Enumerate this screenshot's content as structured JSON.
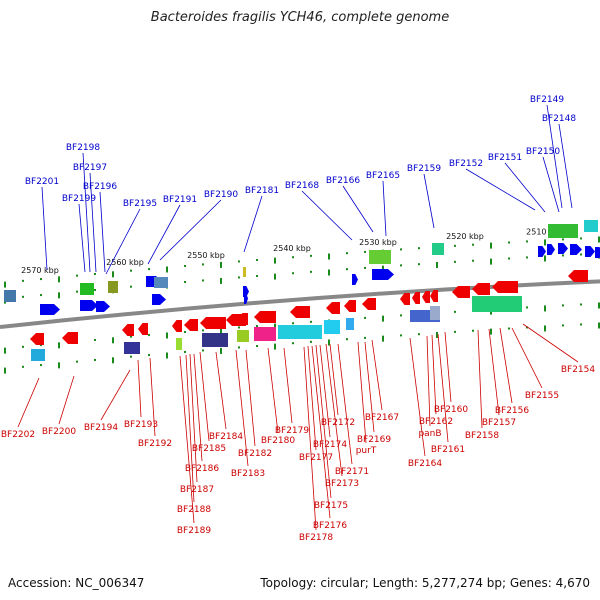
{
  "title": "Bacteroides fragilis YCH46, complete genome",
  "footer": {
    "accession": "Accession: NC_006347",
    "summary": "Topology: circular; Length: 5,277,274 bp; Genes: 4,670"
  },
  "colors": {
    "forward_label": "#0000cc",
    "reverse_label": "#cc0000",
    "forward_gene": "#0000ee",
    "reverse_gene": "#ee0000",
    "backbone": "#888888",
    "tick": "#1a8a1a"
  },
  "scale": [
    "2510 kbp",
    "2520 kbp",
    "2530 kbp",
    "2540 kbp",
    "2550 kbp",
    "2560 kbp",
    "2570 kbp"
  ],
  "forward_genes": [
    "BF2149",
    "BF2148",
    "BF2150",
    "BF2151",
    "BF2152",
    "BF2159",
    "BF2165",
    "BF2166",
    "BF2168",
    "BF2181",
    "BF2190",
    "BF2191",
    "BF2195",
    "BF2196",
    "BF2197",
    "BF2198",
    "BF2199",
    "BF2201"
  ],
  "reverse_genes": [
    "BF2154",
    "BF2155",
    "BF2156",
    "BF2157",
    "BF2158",
    "BF2160",
    "BF2161",
    "BF2162",
    "panB",
    "BF2164",
    "BF2167",
    "purT",
    "BF2169",
    "BF2171",
    "BF2172",
    "BF2173",
    "BF2174",
    "BF2175",
    "BF2176",
    "BF2177",
    "BF2178",
    "BF2179",
    "BF2180",
    "BF2182",
    "BF2183",
    "BF2184",
    "BF2185",
    "BF2186",
    "BF2187",
    "BF2188",
    "BF2189",
    "BF2192",
    "BF2193",
    "BF2194",
    "BF2200",
    "BF2202"
  ]
}
